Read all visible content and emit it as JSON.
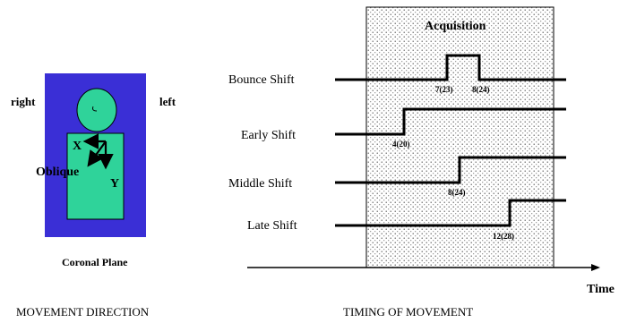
{
  "movement_panel": {
    "left_label": "right",
    "right_label": "left",
    "axis_x": "X",
    "axis_y": "Y",
    "axis_oblique": "Oblique",
    "plane_label": "Coronal Plane",
    "caption": "MOVEMENT DIRECTION",
    "colors": {
      "background": "#3a2fd6",
      "body": "#2fd39a"
    }
  },
  "timing_panel": {
    "window_label": "Acquisition",
    "axis_label": "Time",
    "caption": "TIMING OF MOVEMENT",
    "rows": [
      {
        "name": "Bounce Shift",
        "labels": [
          "7(23)",
          "8(24)"
        ]
      },
      {
        "name": "Early Shift",
        "labels": [
          "4(20)"
        ]
      },
      {
        "name": "Middle Shift",
        "labels": [
          "8(24)"
        ]
      },
      {
        "name": "Late Shift",
        "labels": [
          "12(28)"
        ]
      }
    ]
  }
}
